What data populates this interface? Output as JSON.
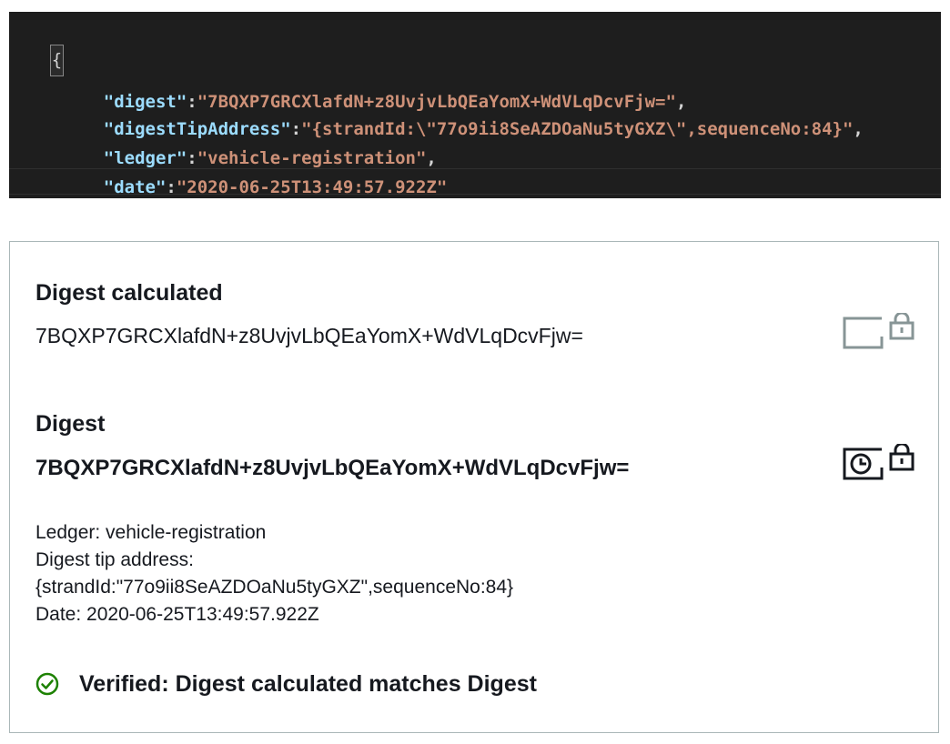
{
  "code": {
    "open_brace": "{",
    "close_brace": "}",
    "entries": [
      {
        "key": "\"digest\"",
        "sep": ":",
        "value": "\"7BQXP7GRCXlafdN+z8UvjvLbQEaYomX+WdVLqDcvFjw=\"",
        "trail": ","
      },
      {
        "key": "\"digestTipAddress\"",
        "sep": ":",
        "value": "\"{strandId:\\\"77o9ii8SeAZDOaNu5tyGXZ\\\",sequenceNo:84}\"",
        "trail": ","
      },
      {
        "key": "\"ledger\"",
        "sep": ":",
        "value": "\"vehicle-registration\"",
        "trail": ","
      },
      {
        "key": "\"date\"",
        "sep": ":",
        "value": "\"2020-06-25T13:49:57.922Z\"",
        "trail": ""
      }
    ]
  },
  "card": {
    "calculated": {
      "heading": "Digest calculated",
      "value": "7BQXP7GRCXlafdN+z8UvjvLbQEaYomX+WdVLqDcvFjw="
    },
    "digest": {
      "heading": "Digest",
      "value": "7BQXP7GRCXlafdN+z8UvjvLbQEaYomX+WdVLqDcvFjw="
    },
    "ledger_line": "Ledger: vehicle-registration",
    "tip_label": "Digest tip address:",
    "tip_value": "{strandId:\"77o9ii8SeAZDOaNu5tyGXZ\",sequenceNo:84}",
    "date_line": "Date: 2020-06-25T13:49:57.922Z",
    "verified_text": "Verified: Digest calculated matches Digest"
  },
  "colors": {
    "editor_background": "#1e1e1e",
    "json_key": "#9cdcfe",
    "json_string": "#ce9178",
    "verified_green": "#1d8102",
    "card_border": "#aab7b8",
    "icon_light": "#879596",
    "icon_dark": "#16191f"
  },
  "icons": [
    "document-lock-icon",
    "clock-lock-icon",
    "check-circle-icon"
  ]
}
